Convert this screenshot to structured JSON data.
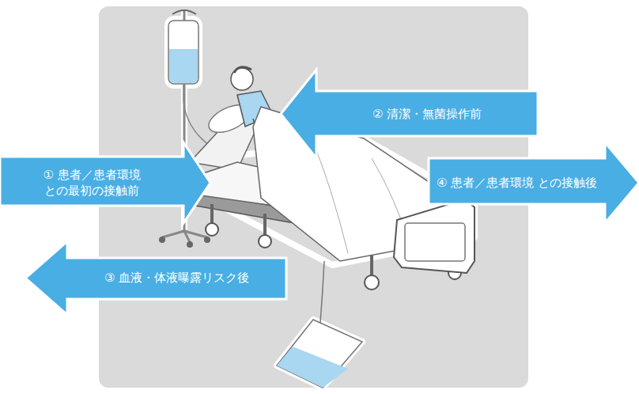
{
  "diagram": {
    "nodes": [
      {
        "text": [
          "① 患者／患者環境 との最初の接触前"
        ]
      },
      {
        "text": [
          "② 清潔・無菌操作前"
        ]
      },
      {
        "text": [
          "③ 血液・体液曝露リスク後"
        ]
      },
      {
        "text": [
          "④ 患者／患者環境 との接触後"
        ]
      }
    ]
  }
}
